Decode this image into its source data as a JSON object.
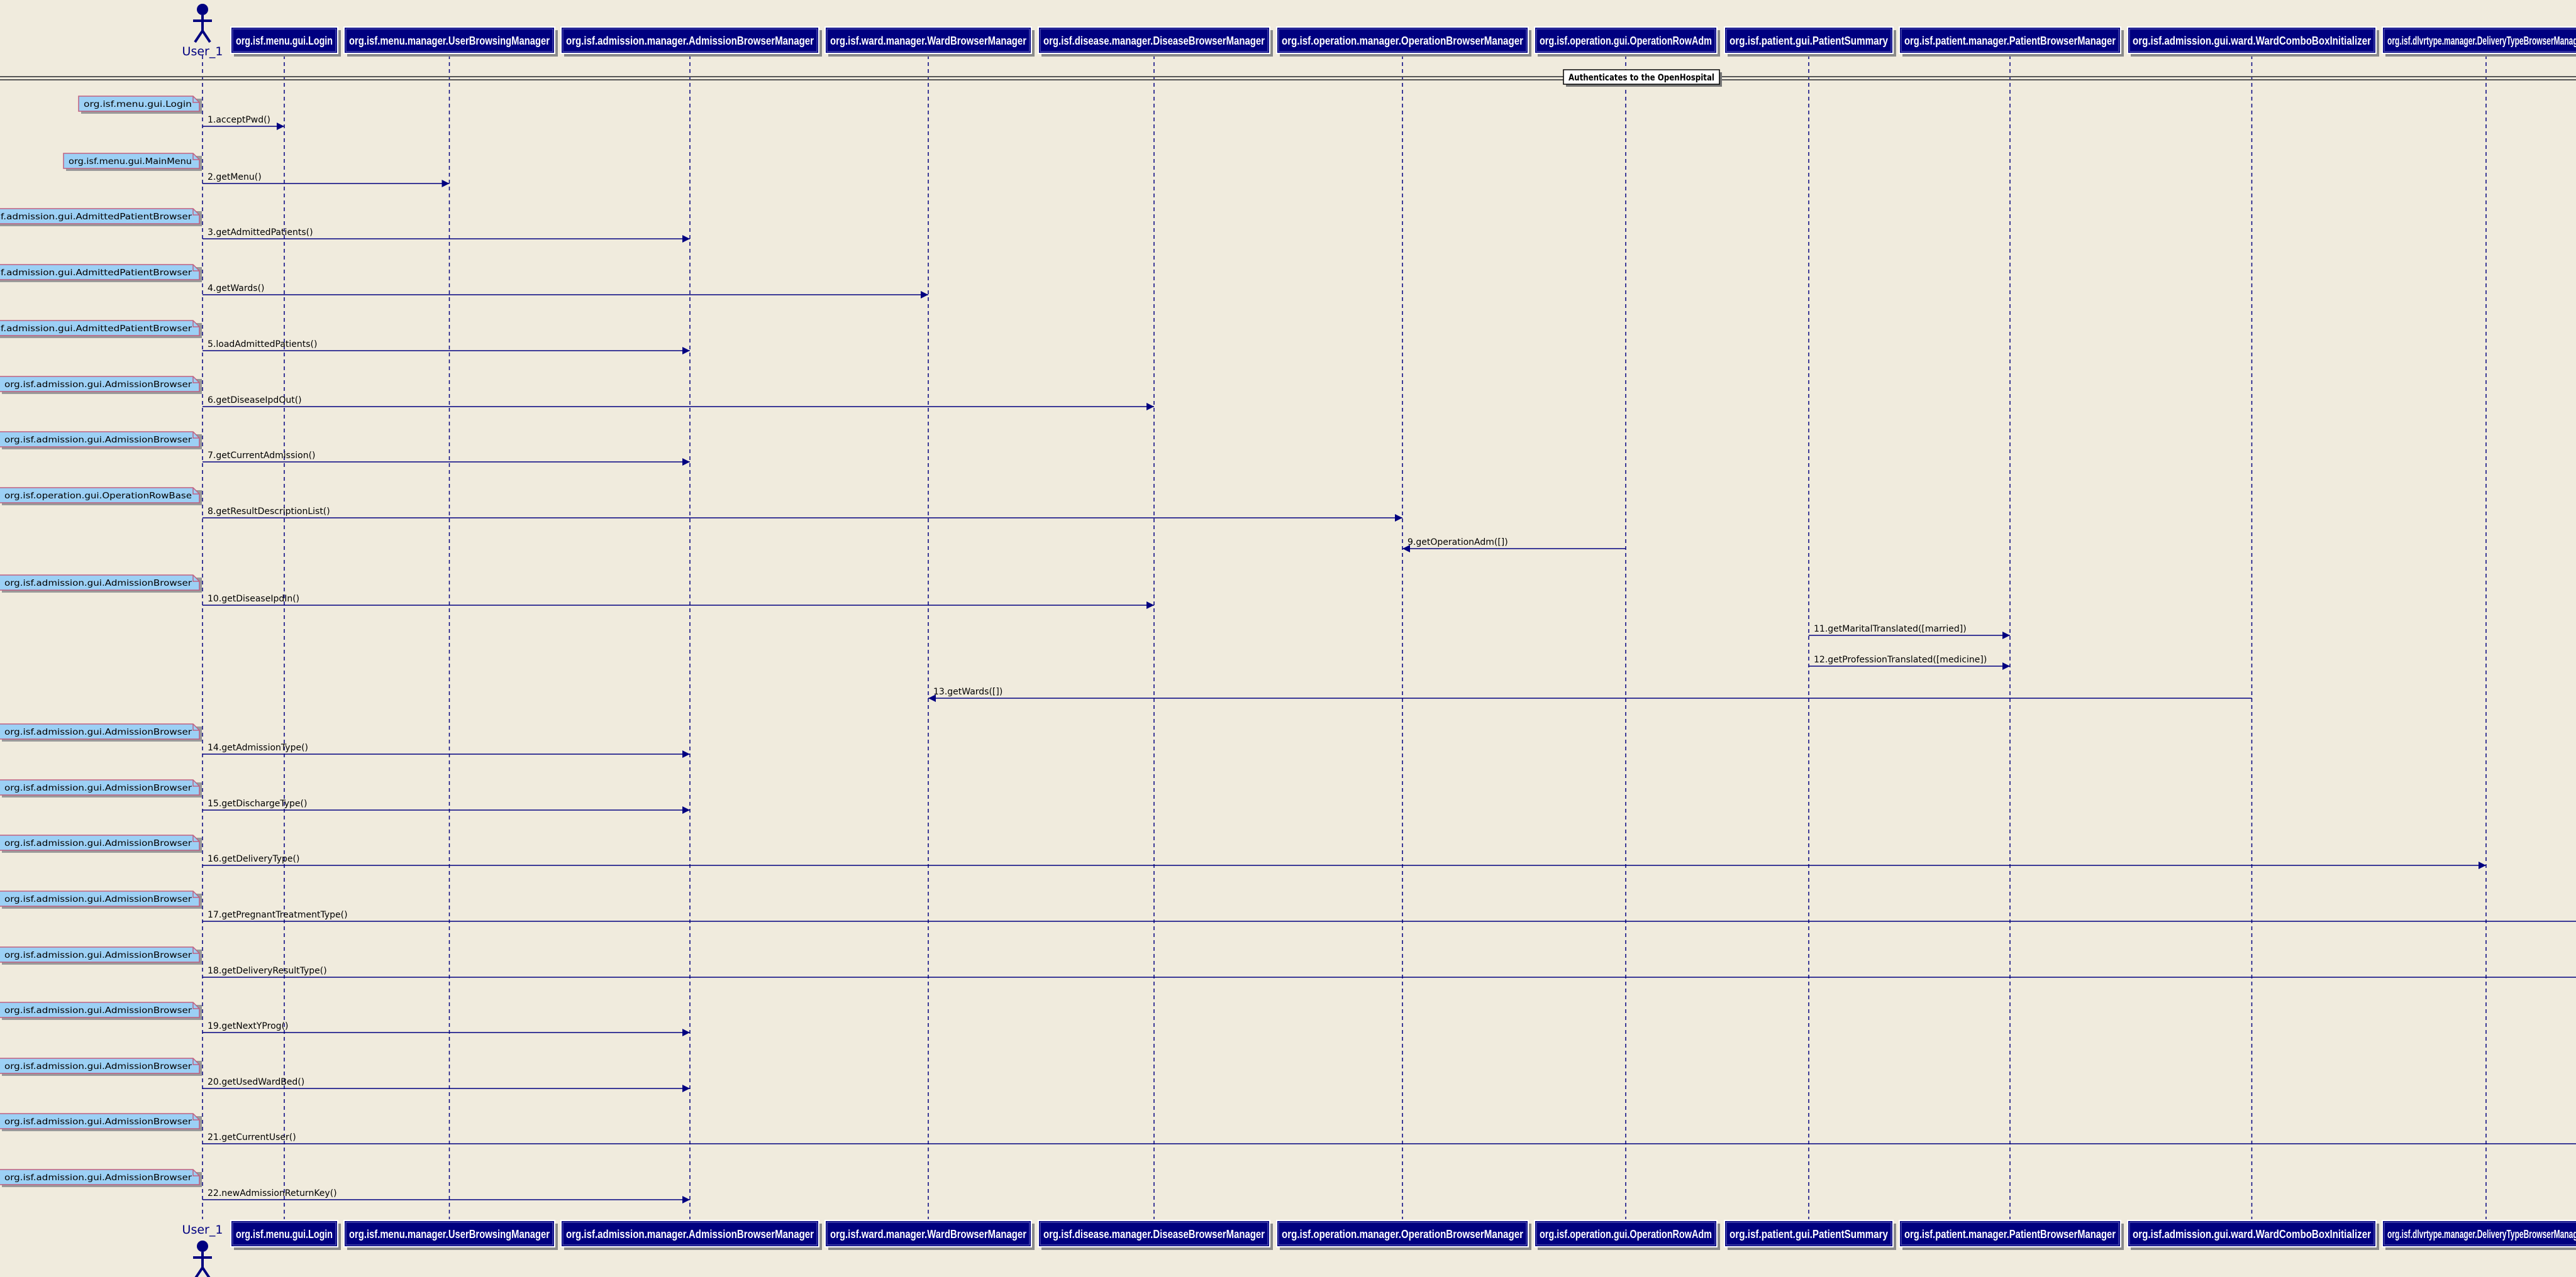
{
  "diagram": {
    "actor": "User_1",
    "divider": "Authenticates to the OpenHospital",
    "participants": [
      "org.isf.menu.gui.Login",
      "org.isf.menu.manager.UserBrowsingManager",
      "org.isf.admission.manager.AdmissionBrowserManager",
      "org.isf.ward.manager.WardBrowserManager",
      "org.isf.disease.manager.DiseaseBrowserManager",
      "org.isf.operation.manager.OperationBrowserManager",
      "org.isf.operation.gui.OperationRowAdm",
      "org.isf.patient.gui.PatientSummary",
      "org.isf.patient.manager.PatientBrowserManager",
      "org.isf.admission.gui.ward.WardComboBoxInitializer",
      "org.isf.dlvrtype.manager.DeliveryTypeBrowserManager"
    ],
    "messages": [
      {
        "label": "1.acceptPwd()",
        "from": "User_1",
        "to": "org.isf.menu.gui.Login",
        "note": "org.isf.menu.gui.Login"
      },
      {
        "label": "2.getMenu()",
        "from": "User_1",
        "to": "org.isf.menu.manager.UserBrowsingManager",
        "note": "org.isf.menu.gui.MainMenu"
      },
      {
        "label": "3.getAdmittedPatients()",
        "from": "User_1",
        "to": "org.isf.admission.manager.AdmissionBrowserManager",
        "note": "org.isf.admission.gui.AdmittedPatientBrowser"
      },
      {
        "label": "4.getWards()",
        "from": "User_1",
        "to": "org.isf.ward.manager.WardBrowserManager",
        "note": "org.isf.admission.gui.AdmittedPatientBrowser"
      },
      {
        "label": "5.loadAdmittedPatients()",
        "from": "User_1",
        "to": "org.isf.admission.manager.AdmissionBrowserManager",
        "note": "org.isf.admission.gui.AdmittedPatientBrowser"
      },
      {
        "label": "6.getDiseaseIpdOut()",
        "from": "User_1",
        "to": "org.isf.disease.manager.DiseaseBrowserManager",
        "note": "org.isf.admission.gui.AdmissionBrowser"
      },
      {
        "label": "7.getCurrentAdmission()",
        "from": "User_1",
        "to": "org.isf.admission.manager.AdmissionBrowserManager",
        "note": "org.isf.admission.gui.AdmissionBrowser"
      },
      {
        "label": "8.getResultDescriptionList()",
        "from": "User_1",
        "to": "org.isf.operation.manager.OperationBrowserManager",
        "note": "org.isf.operation.gui.OperationRowBase"
      },
      {
        "label": "9.getOperationAdm([])",
        "from": "org.isf.operation.gui.OperationRowAdm",
        "to": "org.isf.operation.manager.OperationBrowserManager",
        "note": ""
      },
      {
        "label": "10.getDiseaseIpdIn()",
        "from": "User_1",
        "to": "org.isf.disease.manager.DiseaseBrowserManager",
        "note": "org.isf.admission.gui.AdmissionBrowser"
      },
      {
        "label": "11.getMaritalTranslated([married])",
        "from": "org.isf.patient.gui.PatientSummary",
        "to": "org.isf.patient.manager.PatientBrowserManager",
        "note": ""
      },
      {
        "label": "12.getProfessionTranslated([medicine])",
        "from": "org.isf.patient.gui.PatientSummary",
        "to": "org.isf.patient.manager.PatientBrowserManager",
        "note": ""
      },
      {
        "label": "13.getWards([])",
        "from": "org.isf.admission.gui.ward.WardComboBoxInitializer",
        "to": "org.isf.ward.manager.WardBrowserManager",
        "note": ""
      },
      {
        "label": "14.getAdmissionType()",
        "from": "User_1",
        "to": "org.isf.admission.manager.AdmissionBrowserManager",
        "note": "org.isf.admission.gui.AdmissionBrowser"
      },
      {
        "label": "15.getDischargeType()",
        "from": "User_1",
        "to": "org.isf.admission.manager.AdmissionBrowserManager",
        "note": "org.isf.admission.gui.AdmissionBrowser"
      },
      {
        "label": "16.getDeliveryType()",
        "from": "User_1",
        "to": "org.isf.dlvrtype.manager.DeliveryTypeBrowserManager",
        "note": "org.isf.admission.gui.AdmissionBrowser"
      },
      {
        "label": "17.getPregnantTreatmentType()",
        "from": "User_1",
        "to": "",
        "note": "org.isf.admission.gui.AdmissionBrowser"
      },
      {
        "label": "18.getDeliveryResultType()",
        "from": "User_1",
        "to": "",
        "note": "org.isf.admission.gui.AdmissionBrowser"
      },
      {
        "label": "19.getNextYProg()",
        "from": "User_1",
        "to": "org.isf.admission.manager.AdmissionBrowserManager",
        "note": "org.isf.admission.gui.AdmissionBrowser"
      },
      {
        "label": "20.getUsedWardBed()",
        "from": "User_1",
        "to": "org.isf.admission.manager.AdmissionBrowserManager",
        "note": "org.isf.admission.gui.AdmissionBrowser"
      },
      {
        "label": "21.getCurrentUser()",
        "from": "User_1",
        "to": "",
        "note": "org.isf.admission.gui.AdmissionBrowser"
      },
      {
        "label": "22.newAdmissionReturnKey()",
        "from": "User_1",
        "to": "org.isf.admission.manager.AdmissionBrowserManager",
        "note": "org.isf.admission.gui.AdmissionBrowser"
      }
    ]
  },
  "colors": {
    "background": "#F0EBDD",
    "participant_fill": "#000080",
    "participant_text": "#FFFFFF",
    "lifeline": "#000080",
    "arrow": "#000080",
    "note_fill": "#9CD0F5",
    "note_border": "#C06080",
    "actor": "#000080",
    "divider_line": "#555555"
  },
  "icons": {
    "actor": "stick-figure-icon",
    "arrowhead": "filled-arrowhead-icon"
  }
}
